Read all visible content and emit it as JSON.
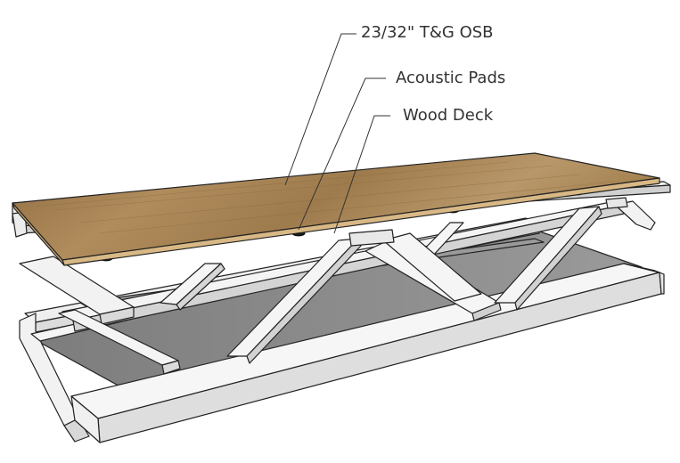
{
  "callouts": {
    "osb": "23/32\" T&G OSB",
    "pads": "Acoustic Pads",
    "deck": "Wood Deck"
  },
  "colors": {
    "osb_top": "#a68556",
    "osb_edge": "#d9b98a",
    "frame_white": "#f4f4f4",
    "frame_shadow": "#c8c8c8",
    "panel_gray": "#8d8d8d",
    "outline": "#222222",
    "pad": "#1a1a1a"
  }
}
